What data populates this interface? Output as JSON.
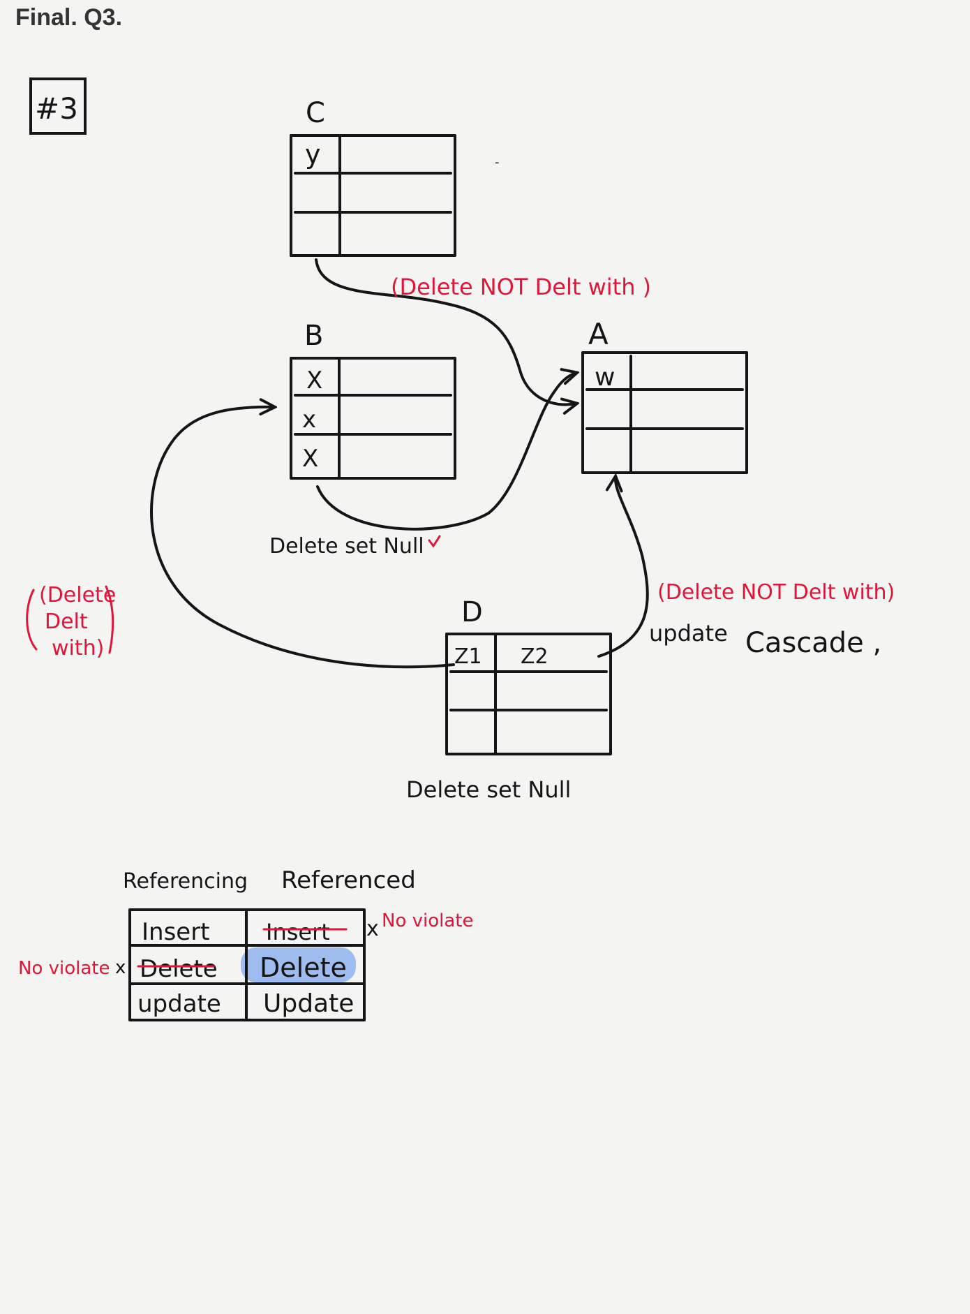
{
  "header": {
    "title": "Final.  Q3."
  },
  "question_label": "#3",
  "tables": {
    "C": {
      "name": "C",
      "attr": "y"
    },
    "B": {
      "name": "B",
      "attrs": [
        "X",
        "x",
        "X"
      ]
    },
    "A": {
      "name": "A",
      "attr": "w"
    },
    "D": {
      "name": "D",
      "attrs": [
        "Z1",
        "Z2"
      ]
    }
  },
  "annotations": {
    "c_to_a": "(Delete  NOT Delt  with )",
    "b_to_a": "Delete   set  Null",
    "d_to_b_lines": [
      "(Delete",
      "Delt",
      "with)"
    ],
    "d_to_a_red": "(Delete   NOT  Delt  with)",
    "d_to_a_update": "update",
    "d_to_a_cascade": "Cascade ,",
    "d_below": "Delete  set  Null"
  },
  "operations_table": {
    "headers": [
      "Referencing",
      "Referenced"
    ],
    "rows": [
      [
        "Insert",
        "Insert"
      ],
      [
        "Delete",
        "Delete"
      ],
      [
        "update",
        "Update"
      ]
    ],
    "note_right": "No  violate",
    "note_left": "No  violate",
    "mark": "x"
  },
  "colors": {
    "ink": "#151515",
    "red_ink": "#e0153a",
    "highlight": "#8fb2f0",
    "paper": "#f4f4f2"
  }
}
